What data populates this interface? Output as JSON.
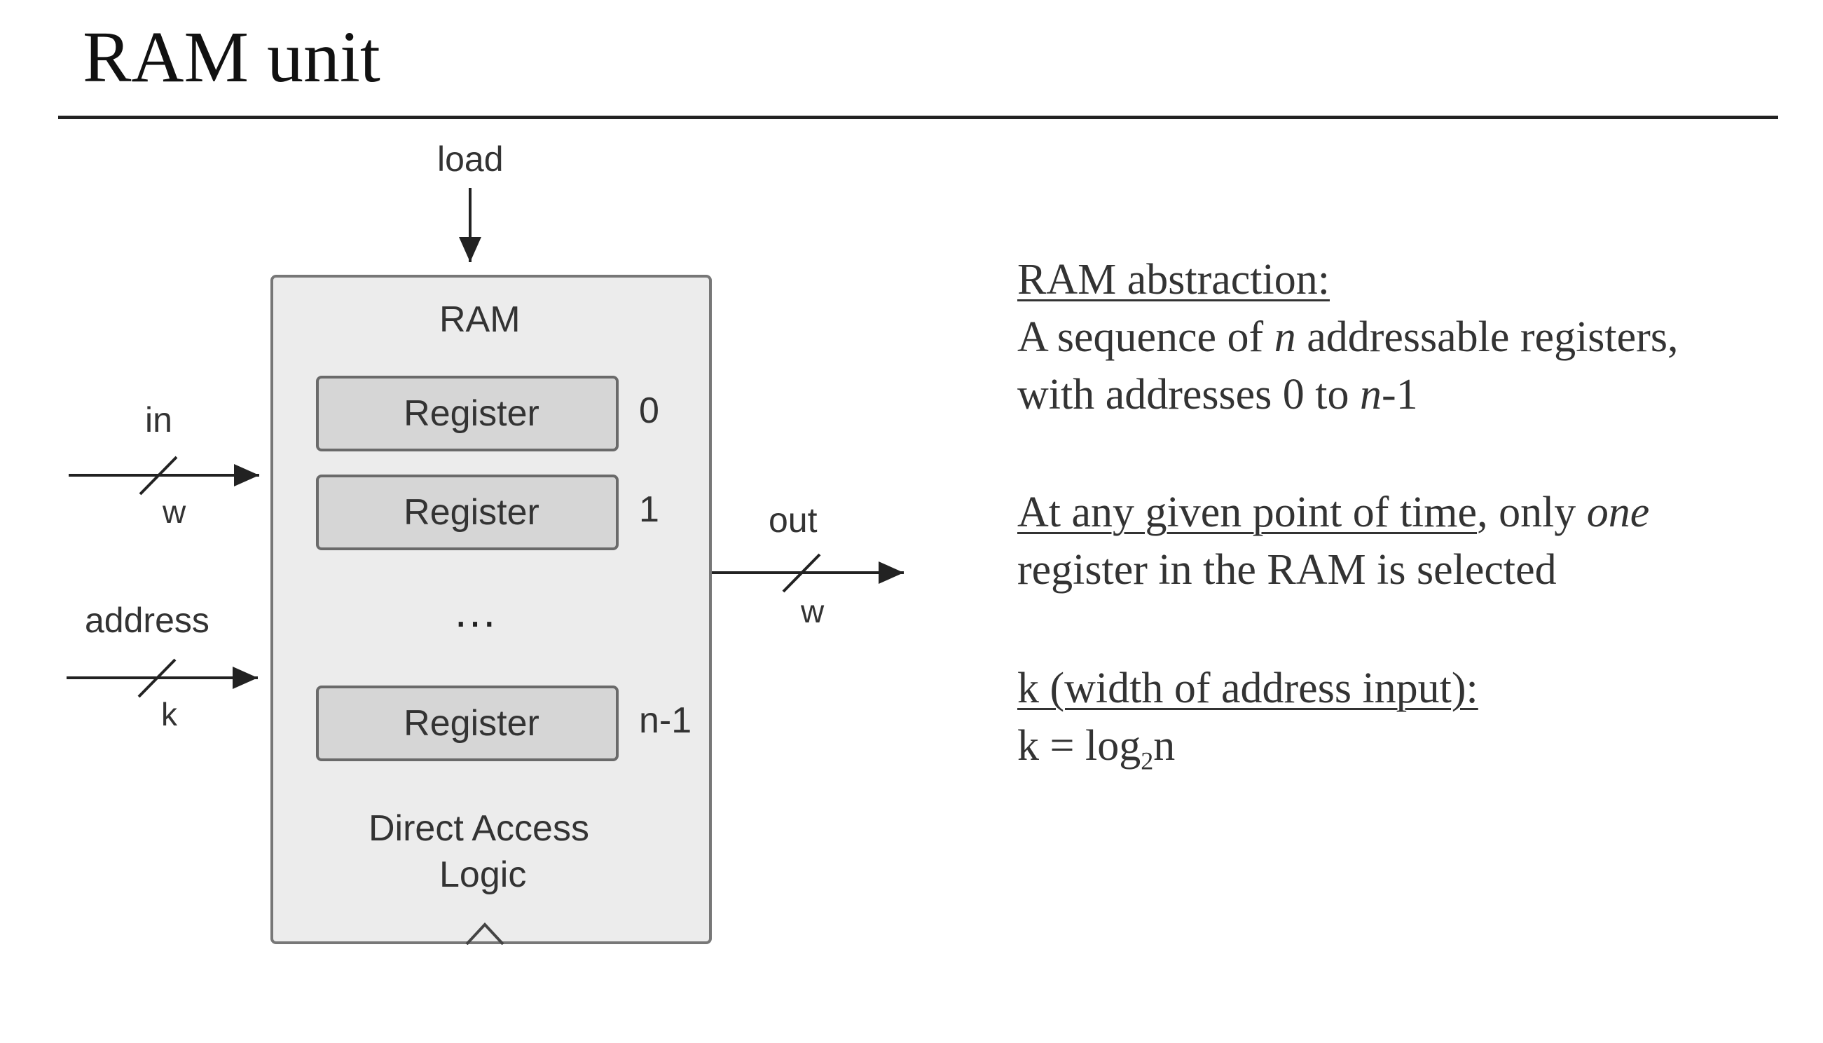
{
  "title": "RAM unit",
  "diagram": {
    "load_label": "load",
    "in_label": "in",
    "in_width": "w",
    "address_label": "address",
    "address_width": "k",
    "out_label": "out",
    "out_width": "w",
    "ram_label": "RAM",
    "registers": [
      {
        "label": "Register",
        "index": "0"
      },
      {
        "label": "Register",
        "index": "1"
      },
      {
        "label": "Register",
        "index": "n-1"
      }
    ],
    "ellipsis": "…",
    "logic_line1": "Direct Access",
    "logic_line2": "Logic"
  },
  "notes": {
    "abstraction_heading": "RAM abstraction:",
    "abstraction_line1_a": "A sequence of ",
    "abstraction_line1_n": "n",
    "abstraction_line1_b": " addressable registers,",
    "abstraction_line2_a": "with addresses 0 to ",
    "abstraction_line2_n": "n",
    "abstraction_line2_b": "-1",
    "selection_heading": "At any given point of time",
    "selection_line1_a": ", only ",
    "selection_line1_one": "one",
    "selection_line2": "register in the RAM is selected",
    "k_heading": "k (width of address input):",
    "k_formula_a": "k = log",
    "k_formula_sub": "2",
    "k_formula_b": "n"
  }
}
